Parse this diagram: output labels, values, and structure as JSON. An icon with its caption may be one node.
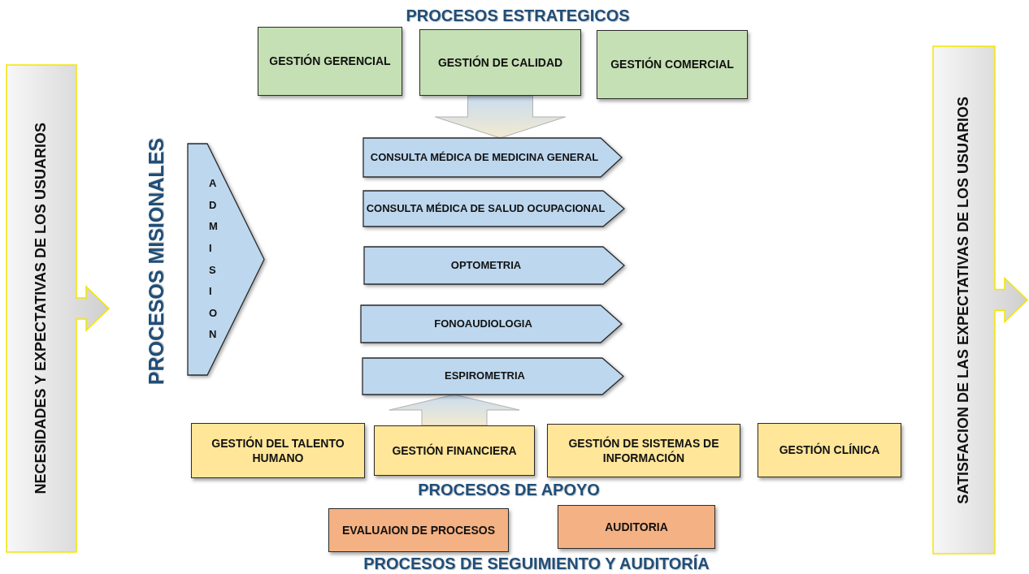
{
  "diagram": {
    "nodes": [
      {
        "text": [
          "NECESIDADES Y EXPECTATIVAS DE LOS USUARIOS"
        ]
      },
      {
        "text": [
          "GESTIÓN GERENCIAL"
        ]
      },
      {
        "text": [
          "GESTIÓN DE CALIDAD"
        ]
      },
      {
        "text": [
          "GESTIÓN COMERCIAL"
        ]
      },
      {
        "text": [
          "ADMISION"
        ]
      },
      {
        "text": [
          "CONSULTA MÉDICA DE MEDICINA GENERAL"
        ]
      },
      {
        "text": [
          "CONSULTA MÉDICA DE SALUD OCUPACIONAL"
        ]
      },
      {
        "text": [
          "OPTOMETRIA"
        ]
      },
      {
        "text": [
          "FONOAUDIOLOGIA"
        ]
      },
      {
        "text": [
          "ESPIROMETRIA"
        ]
      },
      {
        "text": [
          "GESTIÓN DEL TALENTO HUMANO"
        ]
      },
      {
        "text": [
          "GESTIÓN FINANCIERA"
        ]
      },
      {
        "text": [
          "GESTIÓN DE SISTEMAS DE INFORMACIÓN"
        ]
      },
      {
        "text": [
          "GESTIÓN CLÍNICA"
        ]
      },
      {
        "text": [
          "EVALUAION DE PROCESOS"
        ]
      },
      {
        "text": [
          "AUDITORIA"
        ]
      },
      {
        "text": [
          "SATISFACION DE LAS EXPECTATIVAS DE LOS USUARIOS"
        ]
      }
    ],
    "edges": [
      {
        "from": 2,
        "to": 5,
        "arrow": "to",
        "style": "thick"
      },
      {
        "from": 11,
        "to": 9,
        "arrow": "to",
        "style": "thick"
      }
    ],
    "labels": [
      "PROCESOS ESTRATEGICOS",
      "PROCESOS MISIONALES",
      "PROCESOS DE APOYO",
      "PROCESOS DE SEGUIMIENTO Y AUDITORÍA"
    ]
  }
}
